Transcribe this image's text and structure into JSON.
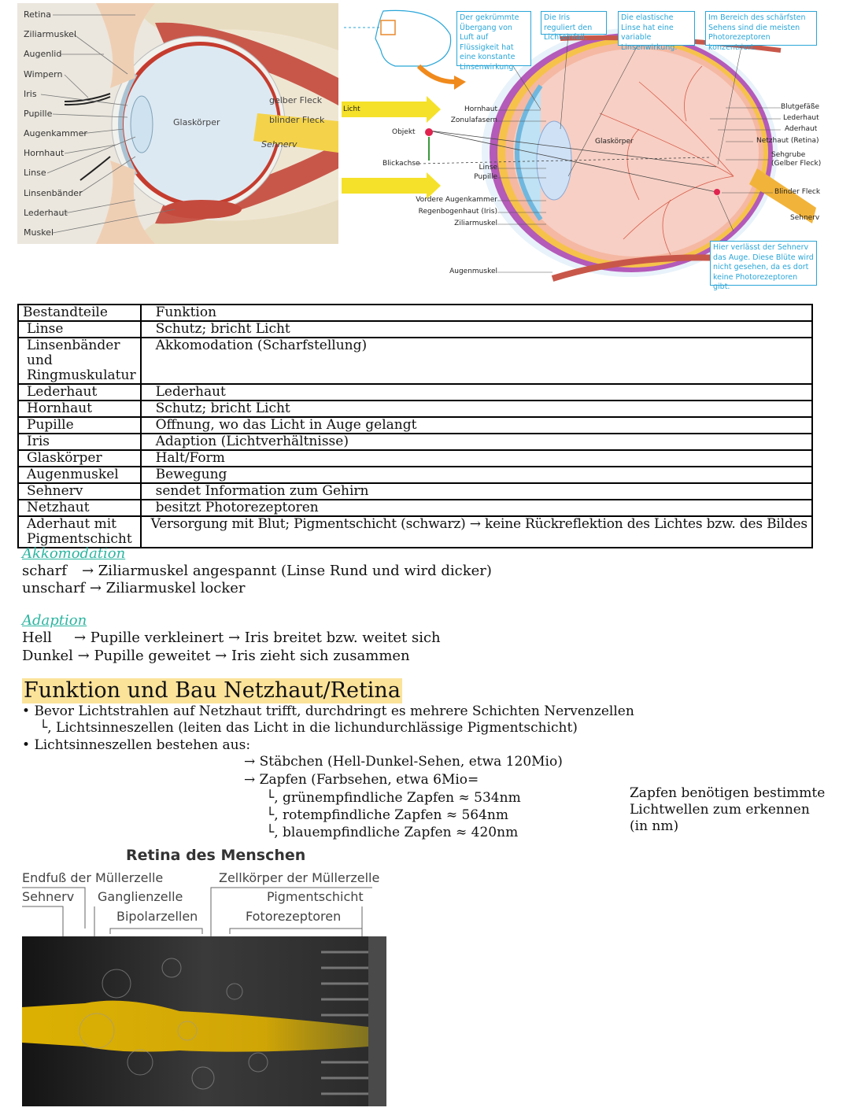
{
  "fig1": {
    "labels": [
      "Retina",
      "Ziliarmuskel",
      "Augenlid",
      "Wimpern",
      "Iris",
      "Pupille",
      "Augenkammer",
      "Hornhaut",
      "Linse",
      "Linsenbänder",
      "Lederhaut",
      "Muskel"
    ],
    "inner": {
      "glaskoerper": "Glaskörper",
      "gelber_fleck": "gelber Fleck",
      "blinder_fleck": "blinder Fleck",
      "sehnerv": "Sehnerv"
    }
  },
  "fig2": {
    "callouts": [
      "Der gekrümmte Übergang von Luft auf Flüssigkeit hat eine konstante Linsenwirkung.",
      "Die Iris reguliert den Lichteinfall.",
      "Die elastische Linse hat eine variable Linsenwirkung.",
      "Im Bereich des schärfsten Sehens sind die meisten Photorezeptoren konzentriert."
    ],
    "bottom_callout": "Hier verlässt der Sehnerv das Auge. Diese Blüte wird nicht gesehen, da es dort keine Photorezeptoren gibt.",
    "licht": "Licht",
    "objekt": "Objekt",
    "blickachse": "Blickachse",
    "left_labels": {
      "hornhaut": "Hornhaut",
      "zonulafasern": "Zonulafasern",
      "linse": "Linse",
      "pupille": "Pupille",
      "vordere": "Vordere Augenkammer",
      "regenbogenhaut": "Regenbogenhaut (Iris)",
      "ziliarmuskel": "Ziliarmuskel",
      "augenmuskel": "Augenmuskel",
      "glaskoerper": "Glaskörper"
    },
    "right_labels": {
      "blutgefaesse": "Blutgefäße",
      "lederhaut": "Lederhaut",
      "aderhaut": "Aderhaut",
      "netzhaut": "Netzhaut (Retina)",
      "sehgrube1": "Sehgrube",
      "sehgrube2": "(Gelber Fleck)",
      "blinder_fleck": "Blinder Fleck",
      "sehnerv": "Sehnerv"
    }
  },
  "table": {
    "header": [
      "Bestandteile",
      "Funktion"
    ],
    "rows": [
      [
        "Linse",
        "Schutz; bricht Licht"
      ],
      [
        "Linsenbänder und Ringmuskulatur",
        "Akkomodation (Scharfstellung)"
      ],
      [
        "Lederhaut",
        "Lederhaut"
      ],
      [
        "Hornhaut",
        "Schutz; bricht Licht"
      ],
      [
        "Pupille",
        "Öffnung, wo das Licht in Auge gelangt"
      ],
      [
        "Iris",
        "Adaption (Lichtverhältnisse)"
      ],
      [
        "Glaskörper",
        "Halt/Form"
      ],
      [
        "Augenmuskel",
        "Bewegung"
      ],
      [
        "Sehnerv",
        "sendet Information zum Gehirn"
      ],
      [
        "Netzhaut",
        "besitzt Photorezeptoren"
      ],
      [
        "Aderhaut mit Pigmentschicht",
        "Versorgung mit Blut; Pigmentschicht (schwarz) → keine Rückreflektion des Lichtes bzw. des Bildes"
      ]
    ]
  },
  "akkomodation": {
    "heading": "Akkomodation",
    "scharf_word": "scharf",
    "scharf_text": "→ Ziliarmuskel angespannt (Linse Rund und wird dicker)",
    "unscharf": "unscharf → Ziliarmuskel locker"
  },
  "adaption": {
    "heading": "Adaption",
    "hell_word": "Hell",
    "hell_text": "→ Pupille verkleinert → Iris breitet bzw. weitet sich",
    "dunkel": "Dunkel → Pupille geweitet → Iris zieht sich zusammen"
  },
  "netzhaut": {
    "title": "Funktion und Bau Netzhaut/Retina",
    "b1": "Bevor Lichtstrahlen auf Netzhaut trifft, durchdringt es mehrere Schichten Nervenzellen",
    "b1_sub": "Lichtsinneszellen (leiten das Licht in die lichundurchlässige Pigmentschicht)",
    "b2": "Lichtsinneszellen bestehen aus:",
    "staebchen": "→ Stäbchen (Hell-Dunkel-Sehen, etwa 120Mio)",
    "zapfen": "→ Zapfen (Farbsehen, etwa 6Mio=",
    "gruen": "grünempfindliche Zapfen ≈ 534nm",
    "rot": "rotempfindliche Zapfen ≈ 564nm",
    "blau": "blauempfindliche Zapfen ≈ 420nm",
    "note": [
      "Zapfen benötigen bestimmte",
      "Lichtwellen zum erkennen",
      "(in nm)"
    ]
  },
  "retina": {
    "title": "Retina des Menschen",
    "endfuss": "Endfuß der Müllerzelle",
    "sehnerv": "Sehnerv",
    "ganglien": "Ganglienzelle",
    "bipolar": "Bipolarzellen",
    "zellkoerper": "Zellkörper der Müllerzelle",
    "pigment": "Pigmentschicht",
    "foto": "Fotorezeptoren"
  },
  "colors": {
    "callout": "#2aa6d8",
    "heading_teal": "#2bb5a0",
    "highlight": "#fbe39a",
    "light_arrow": "#f5e12a"
  }
}
